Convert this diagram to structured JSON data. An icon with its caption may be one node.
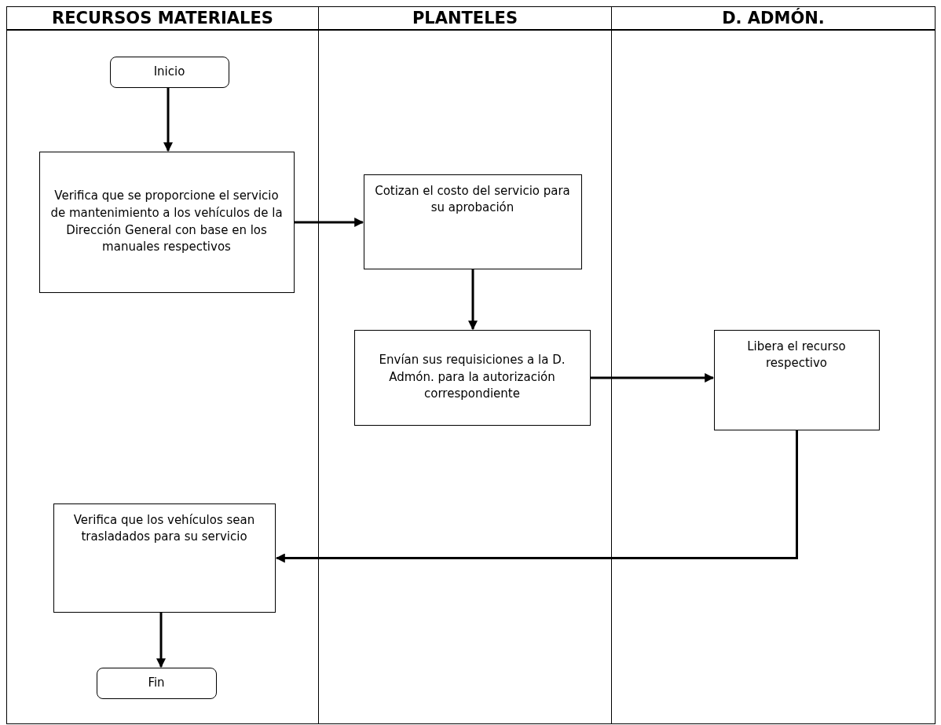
{
  "diagram": {
    "nodes": [
      {
        "text": [
          "RECURSOS MATERIALES"
        ]
      },
      {
        "text": [
          "PLANTELES"
        ]
      },
      {
        "text": [
          "D. ADMÓN."
        ]
      },
      {
        "text": [
          "Inicio"
        ],
        "in": 0
      },
      {
        "text": [
          "Verifica que se proporcione el servicio de mantenimiento a los vehículos de la Dirección General con base en los manuales respectivos"
        ],
        "in": 0
      },
      {
        "text": [
          "Cotizan el costo del servicio para su aprobación"
        ],
        "in": 1
      },
      {
        "text": [
          "Envían sus requisiciones a la D. Admón. para la autorización correspondiente"
        ],
        "in": 1
      },
      {
        "text": [
          "Libera el recurso respectivo"
        ],
        "in": 2
      },
      {
        "text": [
          "Verifica que los vehículos sean trasladados para su servicio"
        ],
        "in": 0
      },
      {
        "text": [
          "Fin"
        ],
        "in": 0
      }
    ],
    "edges": [
      {
        "from": 3,
        "to": 4,
        "arrow": "to"
      },
      {
        "from": 4,
        "to": 5,
        "arrow": "to"
      },
      {
        "from": 5,
        "to": 6,
        "arrow": "to"
      },
      {
        "from": 6,
        "to": 7,
        "arrow": "to"
      },
      {
        "from": 7,
        "to": 8,
        "arrow": "to"
      },
      {
        "from": 8,
        "to": 9,
        "arrow": "to"
      }
    ]
  }
}
